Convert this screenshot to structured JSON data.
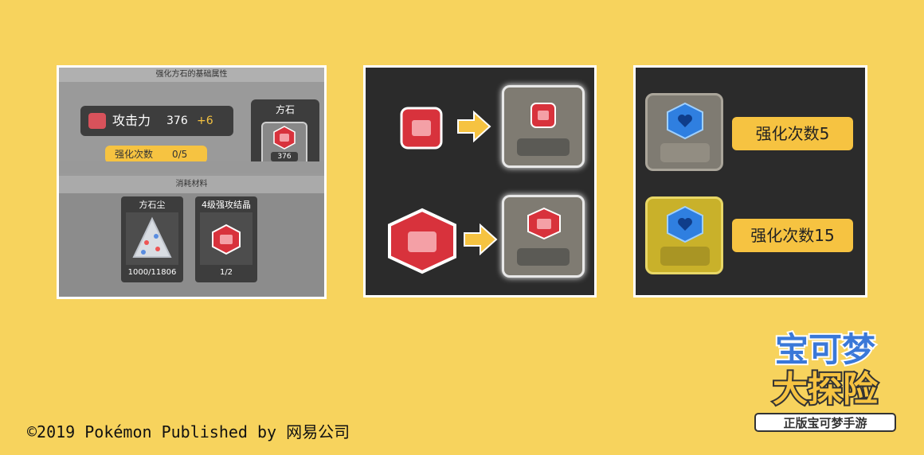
{
  "panel1": {
    "header": "强化方石的基础属性",
    "attack_label": "攻击力",
    "attack_value": "376",
    "attack_bonus": "+6",
    "enhance_label": "强化次数",
    "enhance_value": "0/5",
    "ore_title": "方石",
    "ore_value": "376",
    "materials_header": "消耗材料",
    "materials": [
      {
        "name": "方石尘",
        "count": "1000/11806",
        "icon": "stone-dust-icon"
      },
      {
        "name": "4级强攻结晶",
        "count": "1/2",
        "icon": "attack-crystal-icon"
      }
    ]
  },
  "panel3": {
    "label_1": "强化次数5",
    "label_2": "强化次数15"
  },
  "logo": {
    "line1": "宝可梦",
    "line2": "大探险",
    "subtitle": "正版宝可梦手游"
  },
  "footer": {
    "copyright": "©2019 Pokémon Published by 网易公司"
  },
  "colors": {
    "background": "#f7d35d",
    "accent_yellow": "#f6c341",
    "crystal_red": "#d8323c",
    "crystal_blue": "#2f7fe0"
  }
}
